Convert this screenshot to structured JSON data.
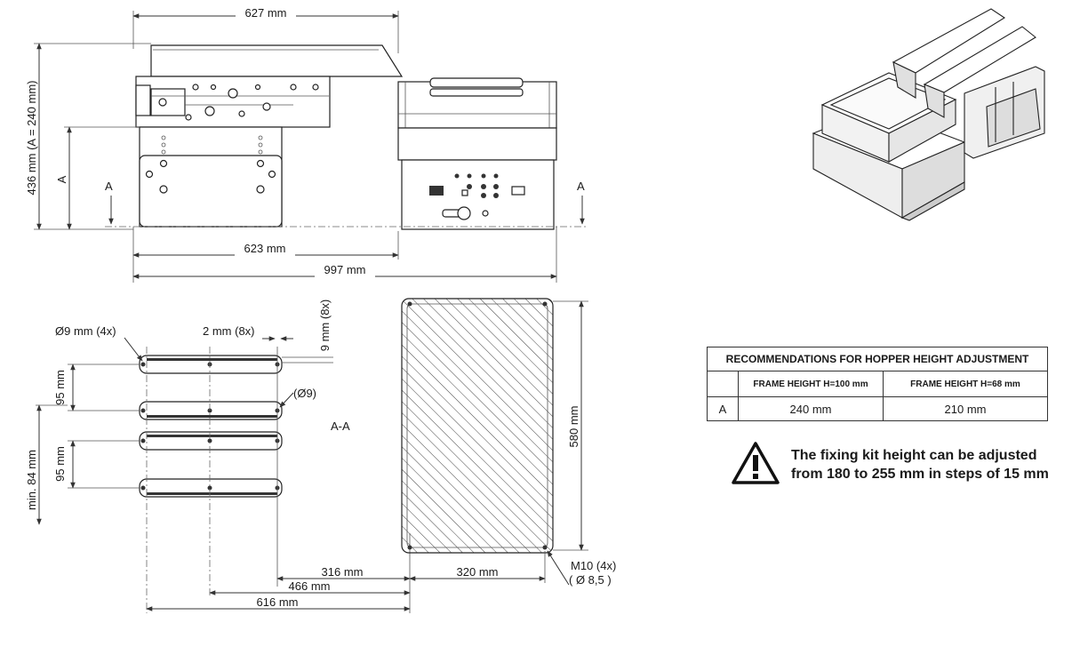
{
  "top_view": {
    "dim_overall_width": "627 mm",
    "dim_height_total": "436 mm (A = 240 mm)",
    "dim_a_label": "A",
    "section_marker_left": "A",
    "section_marker_right": "A",
    "dim_base_width": "623 mm",
    "dim_total_length": "997 mm"
  },
  "section_view": {
    "title": "A-A",
    "hole_dia": "Ø9 mm (4x)",
    "slot_width": "2 mm (8x)",
    "slot_height": "9 mm (8x)",
    "hole_callout": "(Ø9)",
    "spacing_upper": "95 mm",
    "spacing_lower": "95 mm",
    "min_gap": "min. 84 mm",
    "dim_316": "316 mm",
    "dim_466": "466 mm",
    "dim_616": "616 mm"
  },
  "footprint": {
    "height": "580 mm",
    "width": "320 mm",
    "thread": "M10 (4x)",
    "thread_dia": "( Ø 8,5 )"
  },
  "table": {
    "title": "RECOMMENDATIONS FOR HOPPER HEIGHT ADJUSTMENT",
    "col1": "FRAME HEIGHT H=100 mm",
    "col2": "FRAME HEIGHT H=68 mm",
    "row_label": "A",
    "val1": "240 mm",
    "val2": "210 mm"
  },
  "note": {
    "line1": "The fixing kit height can be adjusted",
    "line2": "from 180 to 255 mm in steps of 15 mm"
  }
}
